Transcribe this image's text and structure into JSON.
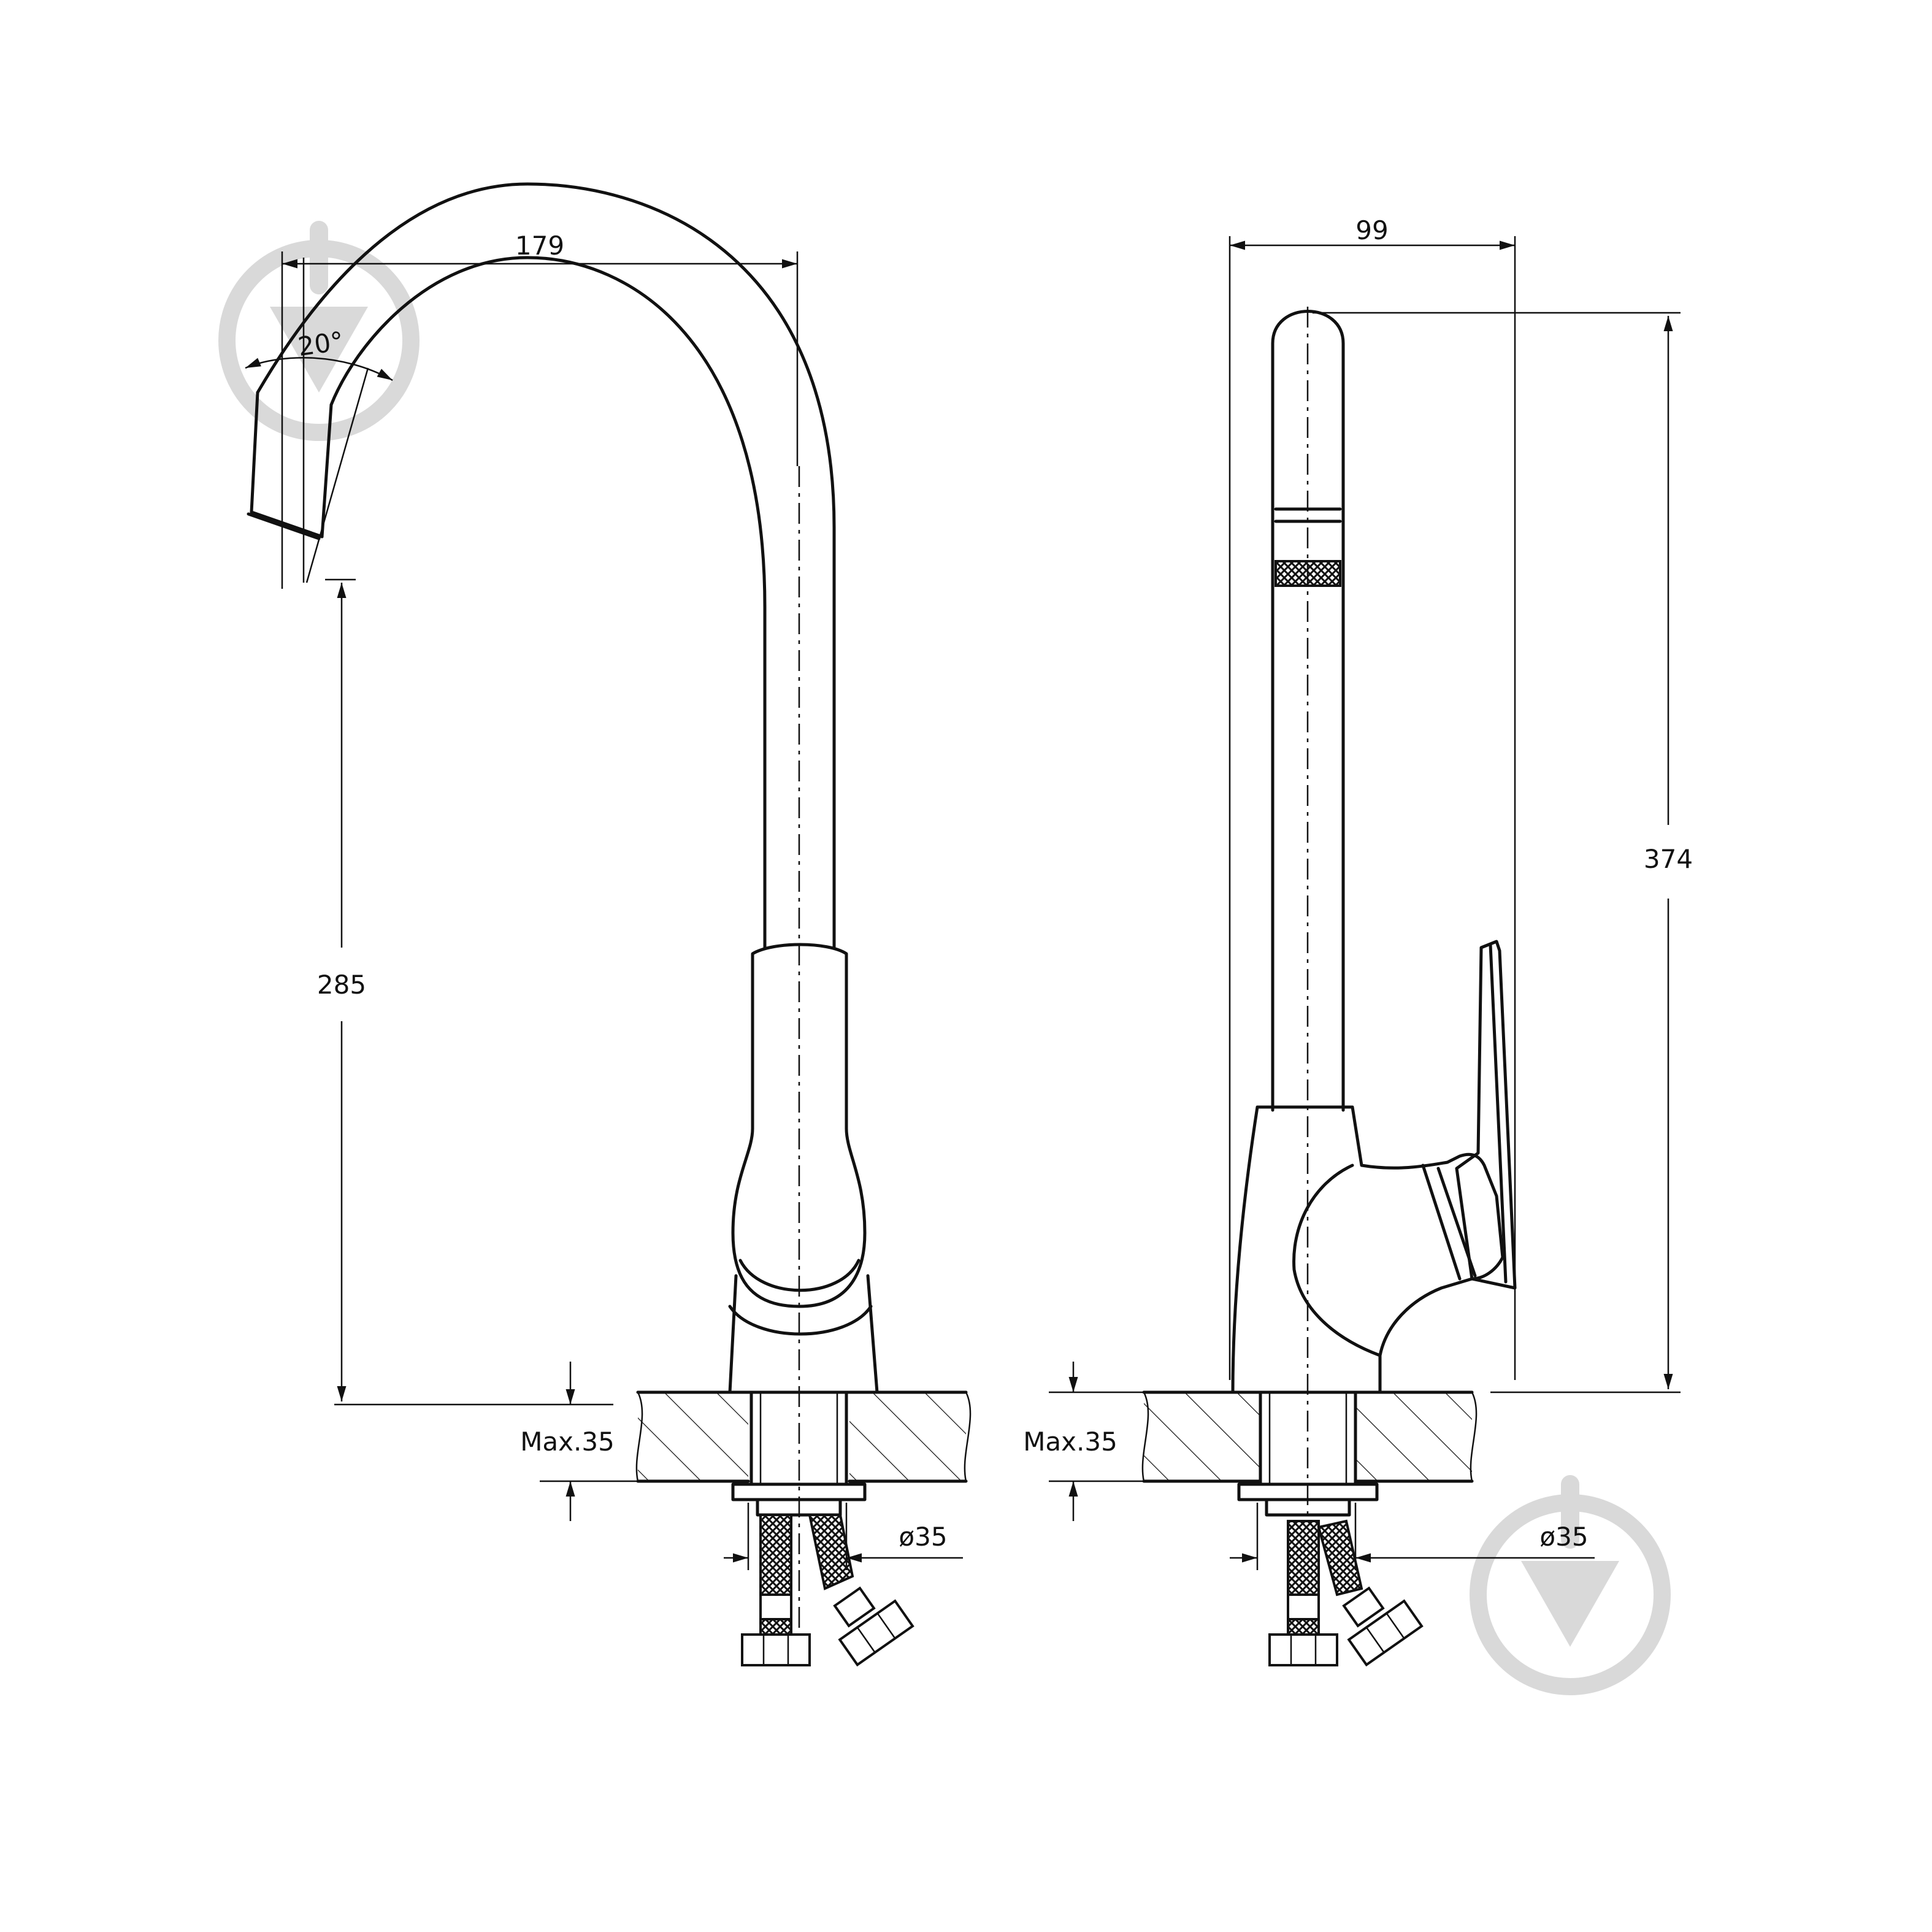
{
  "dimensions": {
    "spout_reach": "179",
    "spout_angle": "20°",
    "spout_height": "285",
    "side_depth": "99",
    "total_height": "374",
    "countertop_left": "Max.35",
    "countertop_right": "Max.35",
    "hole_diameter_left": "ø35",
    "hole_diameter_right": "ø35"
  },
  "watermark_icon": "drop-in-circle-icon",
  "colors": {
    "line": "#111111",
    "watermark": "#d9d9d9",
    "background": "#ffffff"
  }
}
